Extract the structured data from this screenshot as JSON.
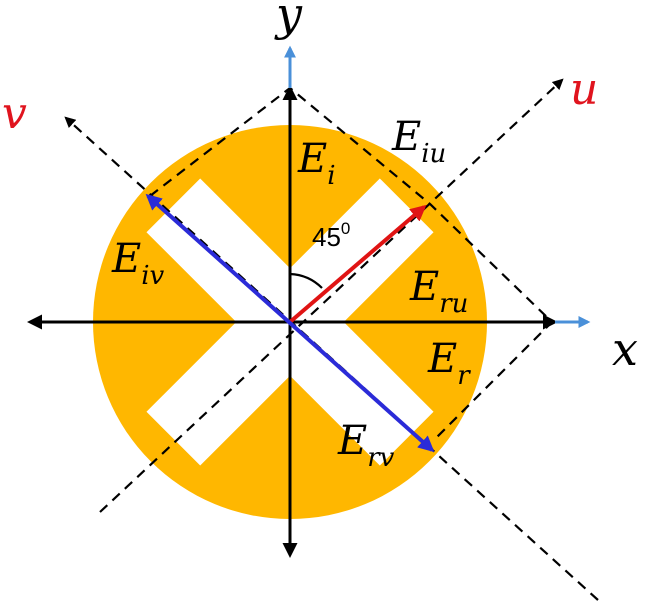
{
  "colors": {
    "disk": "#FFB700",
    "incident_arrow": "#000000",
    "reflected_arrow": "#E01414",
    "v_component": "#2B2BD8",
    "axis_tip": "#4A90D9",
    "rotated_axis_label": "#E0141E"
  },
  "labels": {
    "x_axis": "x",
    "y_axis": "y",
    "u_axis": "u",
    "v_axis": "v",
    "E_i": {
      "base": "E",
      "sub": "i"
    },
    "E_iu": {
      "base": "E",
      "sub": "iu"
    },
    "E_iv": {
      "base": "E",
      "sub": "iv"
    },
    "E_ru": {
      "base": "E",
      "sub": "ru"
    },
    "E_r": {
      "base": "E",
      "sub": "r"
    },
    "E_rv": {
      "base": "E",
      "sub": "rv"
    },
    "angle": {
      "value": "45",
      "sup": "0"
    }
  }
}
